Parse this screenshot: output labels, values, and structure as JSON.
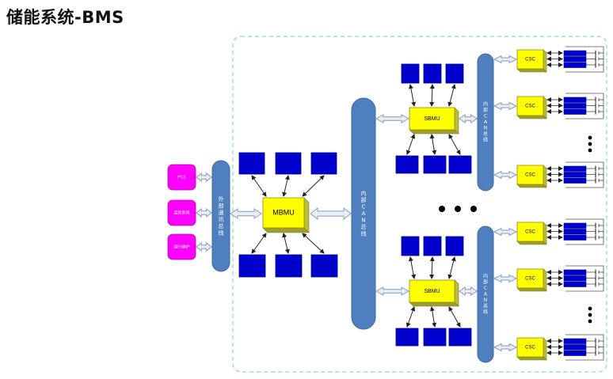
{
  "title": "储能系统-BMS",
  "external_nodes": [
    "PCS",
    "监控系统",
    "运行维护"
  ],
  "external_bus_label": "外部通讯总线",
  "mbmu_label": "MBMU",
  "mbmu_top_modules": [
    "",
    "",
    ""
  ],
  "mbmu_bottom_modules": [
    "",
    "",
    ""
  ],
  "internal_bus_label": "内部CAN总线",
  "sbmu_label": "SBMU",
  "csc_label": "CSC",
  "colors": {
    "blue_module": "#0000cc",
    "bus_pill": "#4f7fbf",
    "yellow_box": "#ffff00",
    "magenta_box": "#ff00ff",
    "dashed_border": "#7fd8e8"
  }
}
